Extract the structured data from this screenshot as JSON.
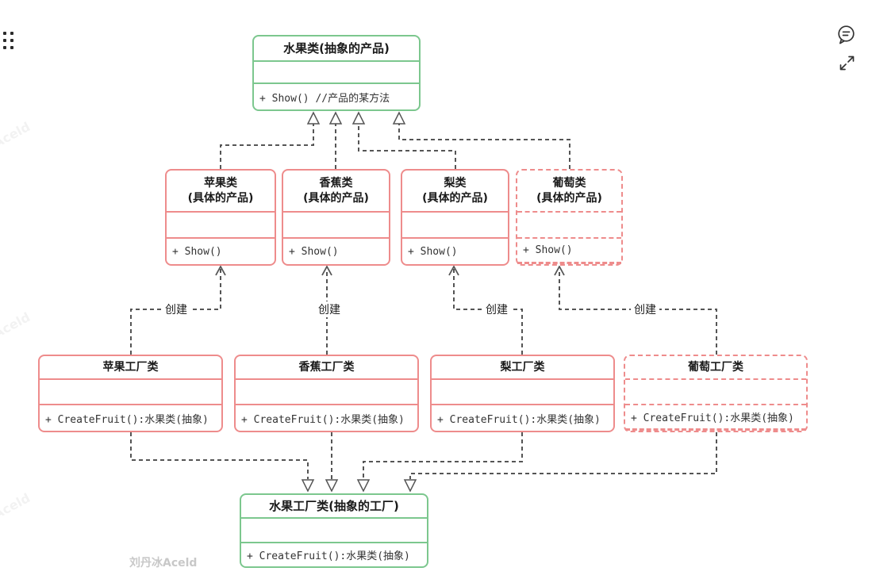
{
  "colors": {
    "green": "#7cc78e",
    "red": "#ee8c8c",
    "connector": "#555555",
    "watermark": "#c8c8c8"
  },
  "watermark": {
    "text": "刘丹冰Aceld"
  },
  "icons": {
    "grip": "grip-dots-handle",
    "comment": "comment-bubble",
    "expand": "expand-fullscreen"
  },
  "diagram": {
    "abstract_product": {
      "title": "水果类(抽象的产品)",
      "method": "+ Show() //产品的某方法"
    },
    "products": [
      {
        "name": "苹果类",
        "stereotype": "(具体的产品)",
        "method": "+ Show()"
      },
      {
        "name": "香蕉类",
        "stereotype": "(具体的产品)",
        "method": "+ Show()"
      },
      {
        "name": "梨类",
        "stereotype": "(具体的产品)",
        "method": "+ Show()"
      },
      {
        "name": "葡萄类",
        "stereotype": "(具体的产品)",
        "method": "+ Show()"
      }
    ],
    "factories": [
      {
        "name": "苹果工厂类",
        "method": "+ CreateFruit():水果类(抽象)"
      },
      {
        "name": "香蕉工厂类",
        "method": "+ CreateFruit():水果类(抽象)"
      },
      {
        "name": "梨工厂类",
        "method": "+ CreateFruit():水果类(抽象)"
      },
      {
        "name": "葡萄工厂类",
        "method": "+ CreateFruit():水果类(抽象)"
      }
    ],
    "abstract_factory": {
      "title": "水果工厂类(抽象的工厂)",
      "method": "+ CreateFruit():水果类(抽象)"
    },
    "create_label": "创建"
  }
}
